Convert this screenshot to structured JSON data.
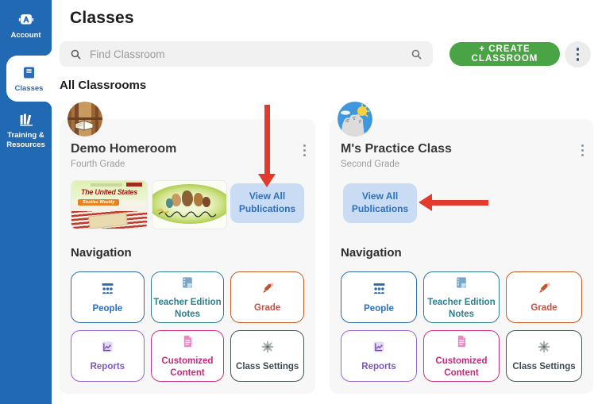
{
  "app": {
    "title": "Classes"
  },
  "sidebar": {
    "items": [
      {
        "label": "Account",
        "icon": "account-icon",
        "selected": false
      },
      {
        "label": "Classes",
        "icon": "classes-book-icon",
        "selected": true
      },
      {
        "label": "Training & Resources",
        "icon": "training-books-icon",
        "selected": false
      }
    ]
  },
  "toolbar": {
    "search_placeholder": "Find Classroom",
    "create_label": "+ CREATE CLASSROOM"
  },
  "section": {
    "title": "All Classrooms"
  },
  "cards": [
    {
      "title": "Demo Homeroom",
      "grade": "Fourth Grade",
      "view_all_label": "View All Publications",
      "navigation_title": "Navigation",
      "publications": [
        {
          "title": "The United States",
          "subtitle": "Studies Weekly"
        },
        {
          "title": "",
          "subtitle": ""
        }
      ],
      "nav_buttons": [
        {
          "label": "People",
          "icon": "people-icon",
          "color": "#2e6da4"
        },
        {
          "label": "Teacher Edition Notes",
          "icon": "note-icon",
          "color": "#2e7f8e"
        },
        {
          "label": "Grade",
          "icon": "pencil-icon",
          "color": "#c75b28"
        },
        {
          "label": "Reports",
          "icon": "chart-icon",
          "color": "#8f5fc8"
        },
        {
          "label": "Customized Content",
          "icon": "document-icon",
          "color": "#d1317e"
        },
        {
          "label": "Class Settings",
          "icon": "gear-icon",
          "color": "#47594d"
        }
      ]
    },
    {
      "title": "M's Practice Class",
      "grade": "Second Grade",
      "view_all_label": "View All Publications",
      "navigation_title": "Navigation",
      "nav_buttons": [
        {
          "label": "People",
          "icon": "people-icon",
          "color": "#2e6da4"
        },
        {
          "label": "Teacher Edition Notes",
          "icon": "note-icon",
          "color": "#2e7f8e"
        },
        {
          "label": "Grade",
          "icon": "pencil-icon",
          "color": "#c75b28"
        },
        {
          "label": "Reports",
          "icon": "chart-icon",
          "color": "#8f5fc8"
        },
        {
          "label": "Customized Content",
          "icon": "document-icon",
          "color": "#d1317e"
        },
        {
          "label": "Class Settings",
          "icon": "gear-icon",
          "color": "#47594d"
        }
      ]
    }
  ],
  "annotations": {
    "arrow_color": "#e23b2e"
  },
  "colors": {
    "sidebar_blue": "#2269b3",
    "selected_item_text": "#2b6cb5",
    "create_button_green": "#4aa345",
    "view_all_bg": "#cadcf3",
    "view_all_text": "#2d6fc0",
    "card_bg": "#f7f7f8",
    "arrow_red": "#e23b2e"
  }
}
